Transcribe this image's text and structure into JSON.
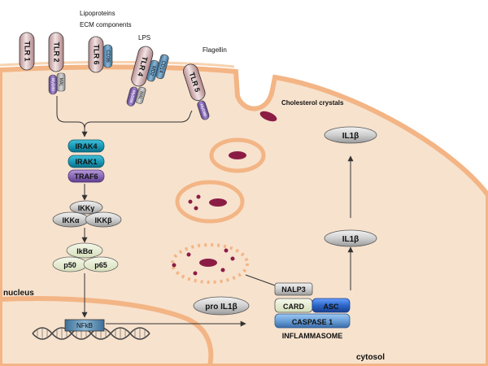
{
  "ligands": {
    "lipoproteins": "Lipoproteins",
    "ecm": "ECM components",
    "lps": "LPS",
    "flagellin": "Flagellin",
    "cholesterol": "Cholesterol crystals"
  },
  "receptors": {
    "tlr1": "TLR 1",
    "tlr2": "TLR 2",
    "tlr6": "TLR 6",
    "tlr4": "TLR 4",
    "tlr5": "TLR 5",
    "cd36": "CD36",
    "cd14": "CD14",
    "md2": "MD2",
    "mal": "MAL",
    "myd88": "MyD88"
  },
  "signaling": {
    "irak4": "IRAK4",
    "irak1": "IRAK1",
    "traf6": "TRAF6",
    "ikkg": "IKKγ",
    "ikka": "IKKα",
    "ikkb": "IKKβ",
    "ikba": "IkBα",
    "p50": "p50",
    "p65": "p65",
    "nfkb": "NFkB"
  },
  "inflammasome": {
    "nalp3": "NALP3",
    "card": "CARD",
    "asc": "ASC",
    "caspase": "CASPASE 1",
    "label": "INFLAMMASOME"
  },
  "cytokine": {
    "pro_il1b": "pro IL1β",
    "il1b_inner": "IL1β",
    "il1b_out": "IL1β"
  },
  "regions": {
    "nucleus": "nucleus",
    "cytosol": "cytosol"
  },
  "colors": {
    "cytosol": "#f7e2cd",
    "membrane": "#f3b585",
    "crystal": "#8b1d45",
    "teal": "#1497b4",
    "purple": "#8c6bb8",
    "grey_box": "#cfcfcf",
    "pale_green": "#e6ecd2",
    "blue": "#2b66c8",
    "tlr_fill": "#c9a6a8"
  }
}
